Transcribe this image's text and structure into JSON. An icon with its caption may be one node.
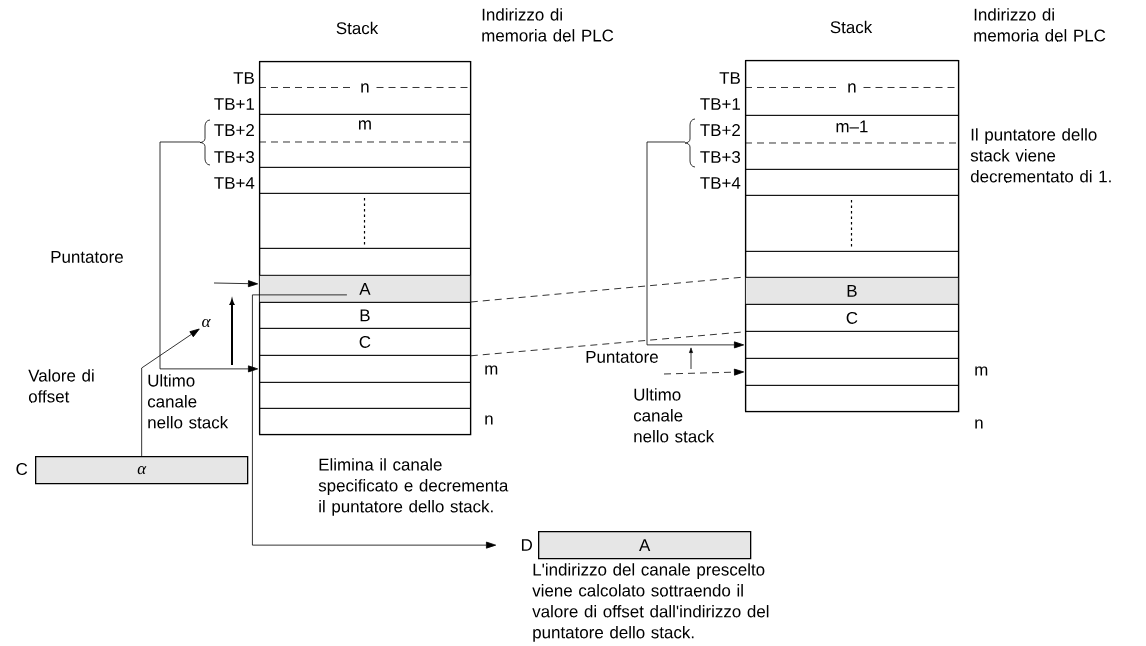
{
  "diagram": {
    "nodes": [
      {
        "text": [
          "Stack"
        ]
      },
      {
        "text": [
          "n"
        ],
        "in": 0
      },
      {
        "text": [
          "m"
        ],
        "in": 0
      },
      {
        "text": [],
        "shape": "box",
        "in": 0
      },
      {
        "text": [],
        "shape": "box",
        "in": 0
      },
      {
        "text": [],
        "shape": "box",
        "in": 0
      },
      {
        "text": [
          "A"
        ],
        "in": 0
      },
      {
        "text": [
          "B"
        ],
        "in": 0
      },
      {
        "text": [
          "C"
        ],
        "in": 0
      },
      {
        "text": [],
        "shape": "box",
        "in": 0
      },
      {
        "text": [],
        "shape": "box",
        "in": 0
      },
      {
        "text": [],
        "shape": "box",
        "in": 0
      },
      {
        "text": [
          "Stack"
        ]
      },
      {
        "text": [
          "n"
        ],
        "in": 12
      },
      {
        "text": [
          "m–1"
        ],
        "in": 12
      },
      {
        "text": [],
        "shape": "box",
        "in": 12
      },
      {
        "text": [],
        "shape": "box",
        "in": 12
      },
      {
        "text": [],
        "shape": "box",
        "in": 12
      },
      {
        "text": [
          "B"
        ],
        "in": 12
      },
      {
        "text": [
          "C"
        ],
        "in": 12
      },
      {
        "text": [],
        "shape": "box",
        "in": 12
      },
      {
        "text": [],
        "shape": "box",
        "in": 12
      },
      {
        "text": [],
        "shape": "box",
        "in": 12
      },
      {
        "text": [
          "α"
        ],
        "beside": [
          "C"
        ]
      },
      {
        "text": [
          "α"
        ]
      },
      {
        "text": [
          "A"
        ],
        "beside": [
          "D",
          "L'indirizzo del canale prescelto viene calcolato sottraendo il valore di offset dall'indirizzo del puntatore dello stack."
        ]
      }
    ],
    "edges": [
      {
        "from": null,
        "to": 9,
        "arrow": "to"
      },
      {
        "from": null,
        "to": 6,
        "arrow": "to"
      },
      {
        "from": 23,
        "to": 24,
        "arrow": "to"
      },
      {
        "from": 6,
        "to": 25,
        "arrow": "to"
      },
      {
        "from": 7,
        "to": 18,
        "arrow": "none",
        "style": "dashed"
      },
      {
        "from": 8,
        "to": 19,
        "arrow": "none",
        "style": "dashed"
      },
      {
        "from": null,
        "to": 20,
        "arrow": "to"
      },
      {
        "from": null,
        "to": 21,
        "arrow": "to",
        "style": "dashed"
      }
    ],
    "labels": [
      "Indirizzo di memoria del PLC",
      "Indirizzo di memoria del PLC",
      "TB",
      "TB+1",
      "TB+2",
      "TB+3",
      "TB+4",
      "TB",
      "TB+1",
      "TB+2",
      "TB+3",
      "TB+4",
      "Il puntatore dello stack viene decrementato di 1.",
      "Puntatore",
      "Puntatore",
      "m",
      "m",
      "Valore di offset",
      "Ultimo canale nello stack",
      "Ultimo canale nello stack",
      "n",
      "n",
      "Elimina il canale specificato e decrementa il puntatore dello stack."
    ]
  }
}
